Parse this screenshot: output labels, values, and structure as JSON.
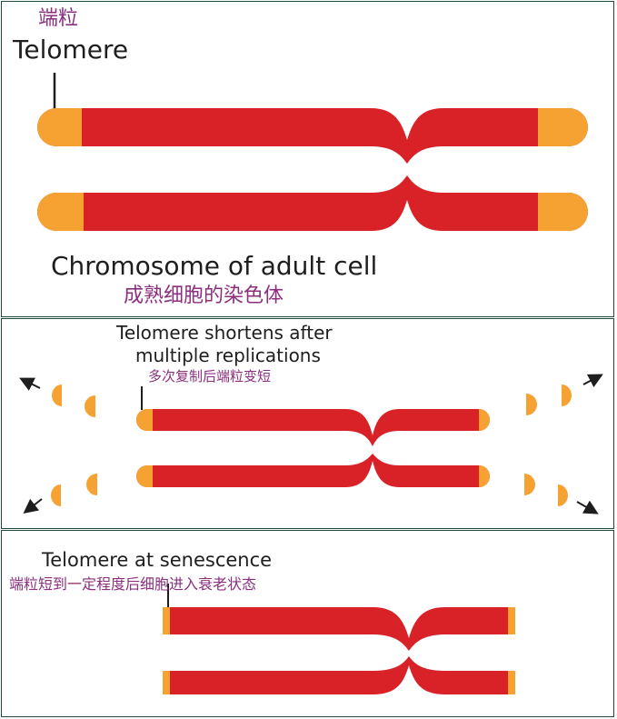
{
  "panels": {
    "adult": {
      "label_zh_top": "端粒",
      "label_en_top": "Telomere",
      "caption_en": "Chromosome of adult cell",
      "caption_zh": "成熟细胞的染色体"
    },
    "shortening": {
      "caption_en_line1": "Telomere shortens after",
      "caption_en_line2": "multiple replications",
      "caption_zh": "多次复制后端粒变短"
    },
    "senescence": {
      "caption_en": "Telomere at senescence",
      "caption_zh": "端粒短到一定程度后细胞进入衰老状态"
    }
  },
  "colors": {
    "chromatid": "#d92128",
    "telomere": "#f6a233",
    "border": "#234a3f",
    "text_en": "#1e1e1e",
    "text_zh": "#8b2f7e"
  }
}
